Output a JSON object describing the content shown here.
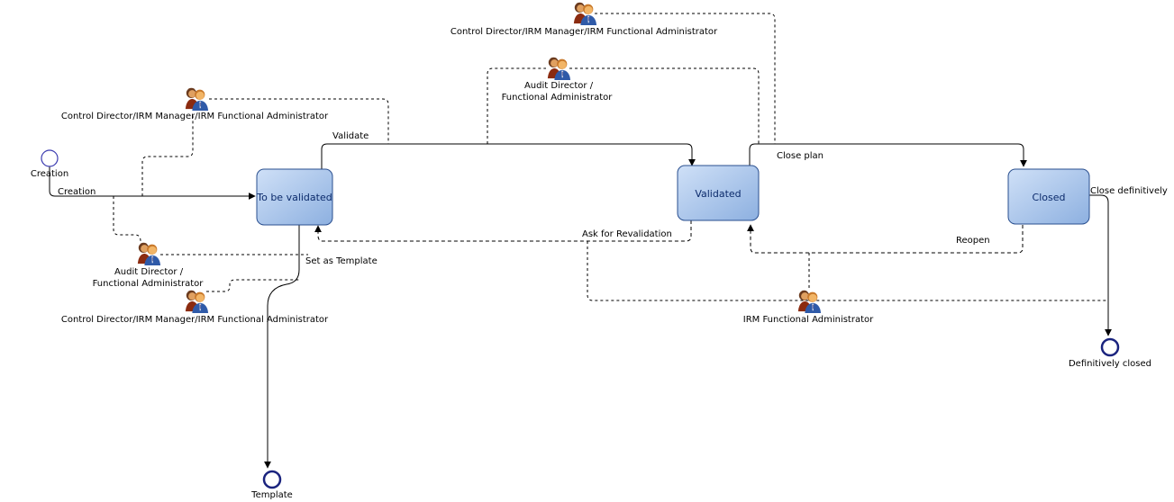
{
  "diagram": {
    "states": {
      "to_be_validated": "To be validated",
      "validated": "Validated",
      "closed": "Closed"
    },
    "events": {
      "creation": "Creation",
      "template": "Template",
      "definitively_closed": "Definitively closed"
    },
    "transitions": {
      "creation": "Creation",
      "validate": "Validate",
      "ask_for_revalidation": "Ask for Revalidation",
      "set_as_template": "Set as Template",
      "close_plan": "Close plan",
      "reopen": "Reopen",
      "close_definitively": "Close definitively"
    },
    "actors": {
      "validate_actor": "Control Director/IRM Manager/IRM Functional Administrator",
      "audit_director_1_line1": "Audit Director /",
      "audit_director_1_line2": "Functional Administrator",
      "audit_director_2_line1": "Audit Director /",
      "audit_director_2_line2": "Functional Administrator",
      "template_actor": "Control Director/IRM Manager/IRM Functional Administrator",
      "close_plan_actor": "Control Director/IRM Manager/IRM Functional Administrator",
      "irm_admin": "IRM Functional Administrator"
    },
    "colors": {
      "state_fill_top": "#dce8f8",
      "state_fill_bottom": "#8fb2e2",
      "state_border": "#2a4f8f",
      "start_circle": "#3b3bb0",
      "end_circle": "#1a237e"
    },
    "actor_icon": "user-group-icon"
  }
}
